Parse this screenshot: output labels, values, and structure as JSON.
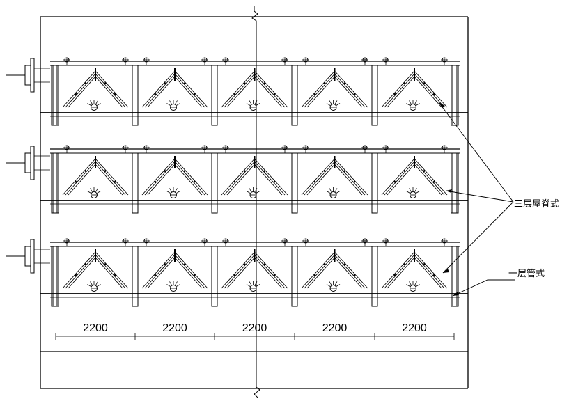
{
  "drawing": {
    "line_color": "#000000",
    "background": "#ffffff",
    "dimension_value": "2200",
    "bay_count": 5,
    "tier_count": 3
  },
  "labels": {
    "three_layer_ridge": "三层屋脊式",
    "one_layer_tube": "一层管式"
  },
  "dimensions": [
    "2200",
    "2200",
    "2200",
    "2200",
    "2200"
  ]
}
